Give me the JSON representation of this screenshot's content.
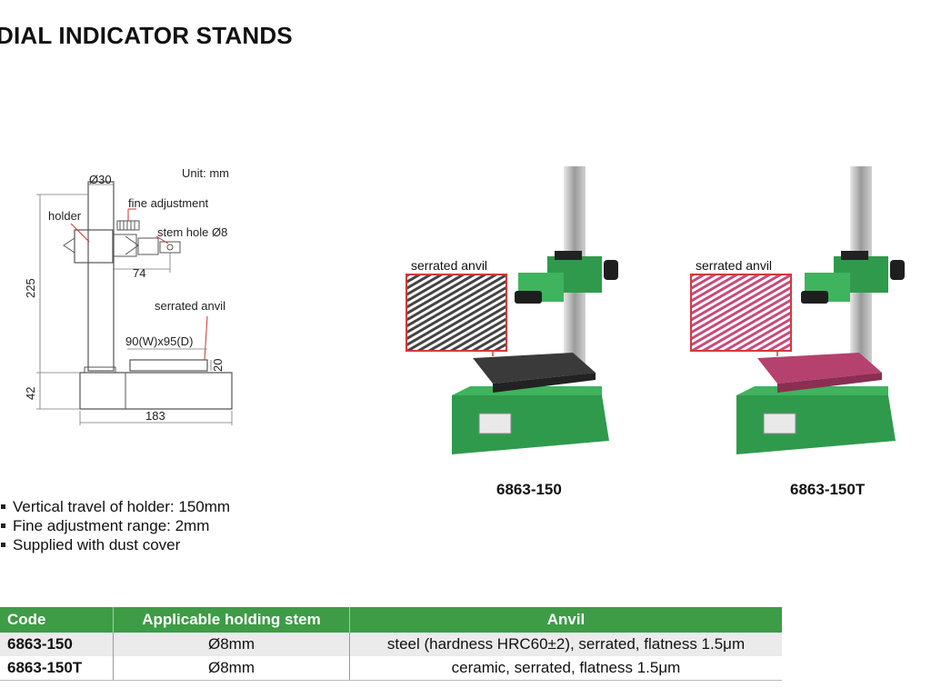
{
  "title": "DIAL INDICATOR STANDS",
  "drawing": {
    "unit": "Unit: mm",
    "labels": {
      "dia30": "Ø30",
      "fine_adjustment": "fine adjustment",
      "holder": "holder",
      "stem_hole": "stem hole Ø8",
      "dim74": "74",
      "dim225": "225",
      "serrated_anvil": "serrated anvil",
      "anvil_size": "90(W)x95(D)",
      "dim20": "20",
      "dim42": "42",
      "dim183": "183"
    }
  },
  "products": [
    {
      "code": "6863-150",
      "callout": "serrated anvil",
      "anvil_color": "#3a3a3a",
      "pattern_color": "#444444",
      "swatch_border": "#d43a3a"
    },
    {
      "code": "6863-150T",
      "callout": "serrated anvil",
      "anvil_color": "#b5426e",
      "pattern_color": "#c94a7a",
      "swatch_border": "#d43a3a"
    }
  ],
  "features": [
    "Vertical travel of holder: 150mm",
    "Fine adjustment range: 2mm",
    "Supplied with dust cover"
  ],
  "table": {
    "headers": [
      "Code",
      "Applicable holding stem",
      "Anvil"
    ],
    "rows": [
      [
        "6863-150",
        "Ø8mm",
        "steel (hardness HRC60±2), serrated, flatness 1.5μm"
      ],
      [
        "6863-150T",
        "Ø8mm",
        "ceramic, serrated, flatness 1.5μm"
      ]
    ]
  },
  "colors": {
    "header_green": "#3e9b46",
    "stand_green": "#2f9a4c"
  }
}
